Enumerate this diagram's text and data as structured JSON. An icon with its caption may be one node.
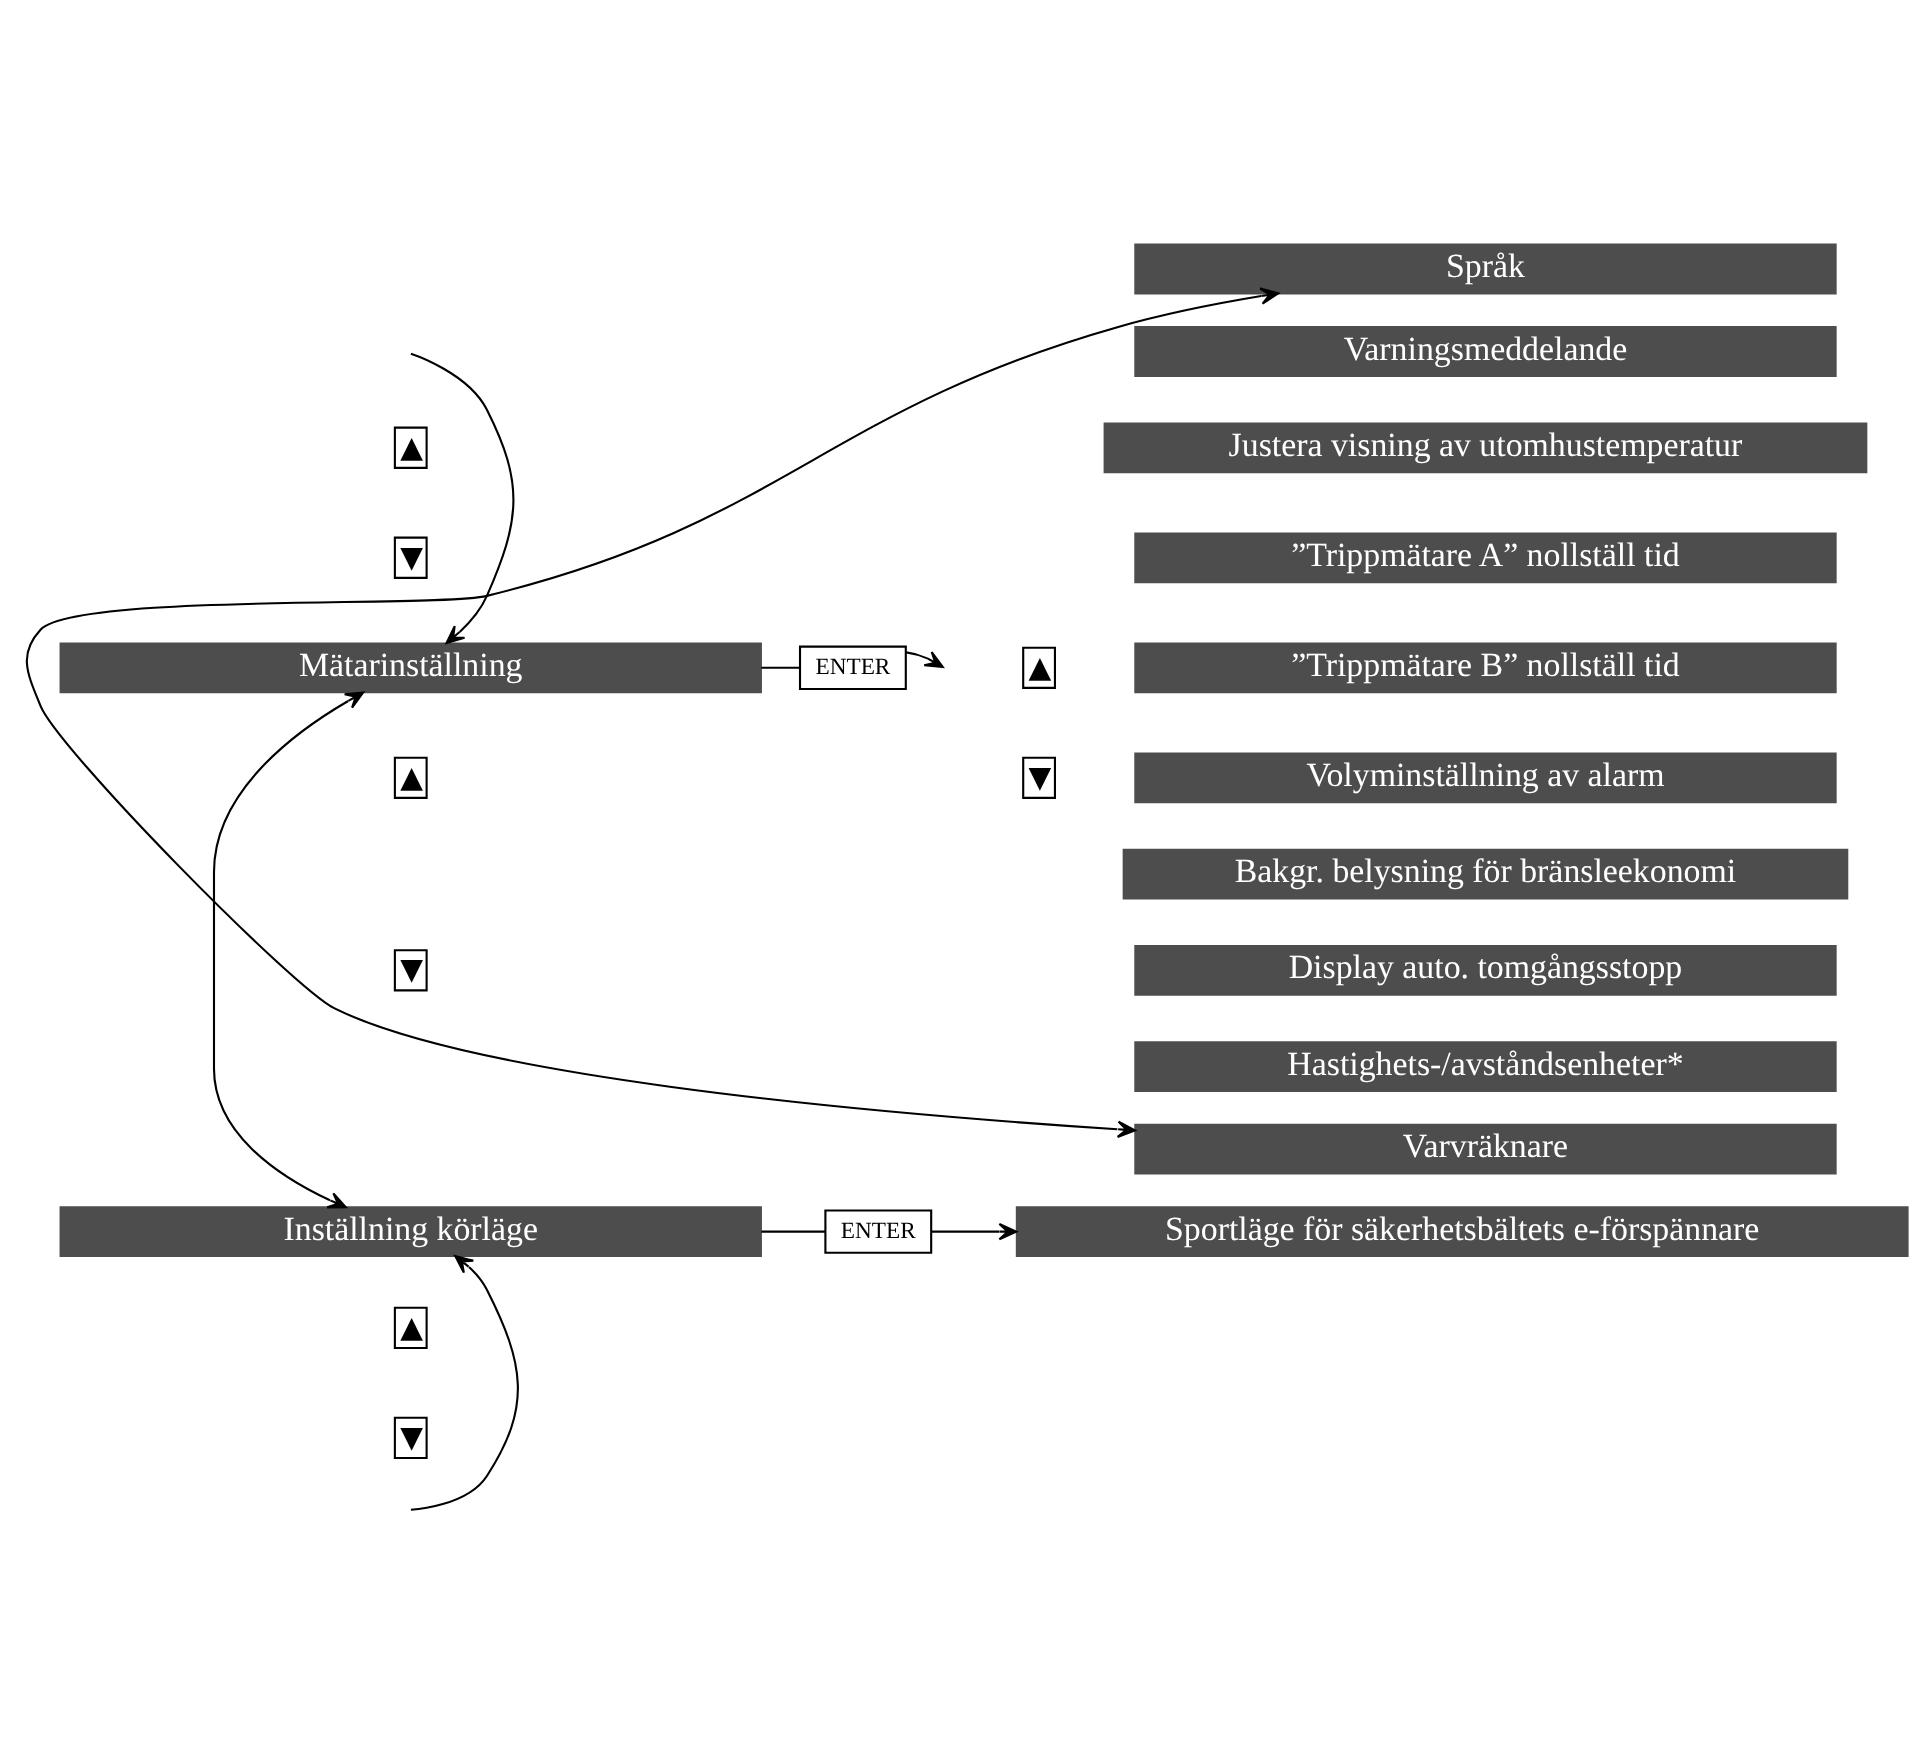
{
  "diagram": {
    "nodes": [
      {
        "text": [
          "Mätarinställning"
        ]
      },
      {
        "text": [
          "ENTER"
        ]
      },
      {
        "text": [
          "Språk"
        ]
      },
      {
        "text": [
          "Varningsmeddelande"
        ]
      },
      {
        "text": [
          "Justera visning av utomhustemperatur"
        ]
      },
      {
        "text": [
          "”Trippmätare A” nollställ tid"
        ]
      },
      {
        "text": [
          "”Trippmätare B” nollställ tid"
        ]
      },
      {
        "text": [
          "Volyminställning av alarm"
        ]
      },
      {
        "text": [
          "Bakgr. belysning för bränsleekonomi"
        ]
      },
      {
        "text": [
          "Display auto. tomgångsstopp"
        ]
      },
      {
        "text": [
          "Hastighets-/avståndsenheter*"
        ]
      },
      {
        "text": [
          "Varvräknare"
        ]
      },
      {
        "text": [
          "Inställning körläge"
        ]
      },
      {
        "text": [
          "ENTER"
        ]
      },
      {
        "text": [
          "Sportläge för säkerhetsbältets e-förspännare"
        ]
      }
    ],
    "edges": [
      {
        "from": null,
        "to": 0,
        "arrow": "to"
      },
      {
        "from": 0,
        "to": 12,
        "arrow": "both"
      },
      {
        "from": 0,
        "to": 1,
        "arrow": "none"
      },
      {
        "from": 1,
        "to": null,
        "arrow": "to"
      },
      {
        "from": 2,
        "to": 11,
        "arrow": "both"
      },
      {
        "from": 12,
        "to": 13,
        "arrow": "none"
      },
      {
        "from": 13,
        "to": 14,
        "arrow": "to"
      },
      {
        "from": null,
        "to": 12,
        "arrow": "to"
      }
    ],
    "labels": [
      "▲",
      "▼",
      "▲",
      "▼",
      "▲",
      "▼",
      "▲",
      "▼"
    ]
  }
}
